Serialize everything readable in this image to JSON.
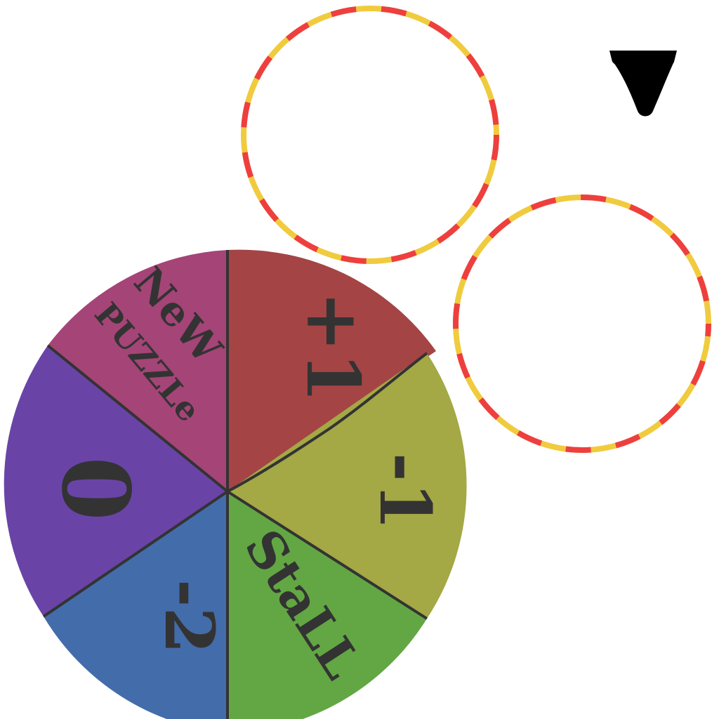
{
  "spinner": {
    "segments": [
      {
        "id": "plus-one",
        "label": "+1",
        "color": "#a44444"
      },
      {
        "id": "minus-one",
        "label": "-1",
        "color": "#a4a845"
      },
      {
        "id": "stall",
        "label": "StaLL",
        "color": "#62a743"
      },
      {
        "id": "minus-two",
        "label": "-2",
        "color": "#436caa"
      },
      {
        "id": "zero",
        "label": "0",
        "color": "#6944a6"
      },
      {
        "id": "new-puzzle",
        "label_line1": "NeW",
        "label_line2": "PUZZLe",
        "color": "#a54477"
      }
    ],
    "divider_color": "#333333"
  },
  "pointer": {
    "icon": "pointer-down-icon",
    "color": "#000000"
  },
  "dice_slots": [
    {
      "id": "slot-1",
      "value": ""
    },
    {
      "id": "slot-2",
      "value": ""
    }
  ],
  "colors": {
    "dash_yellow": "#f0cb3e",
    "dash_red": "#ee3f3f",
    "label": "#333333",
    "background": "#ffffff"
  }
}
